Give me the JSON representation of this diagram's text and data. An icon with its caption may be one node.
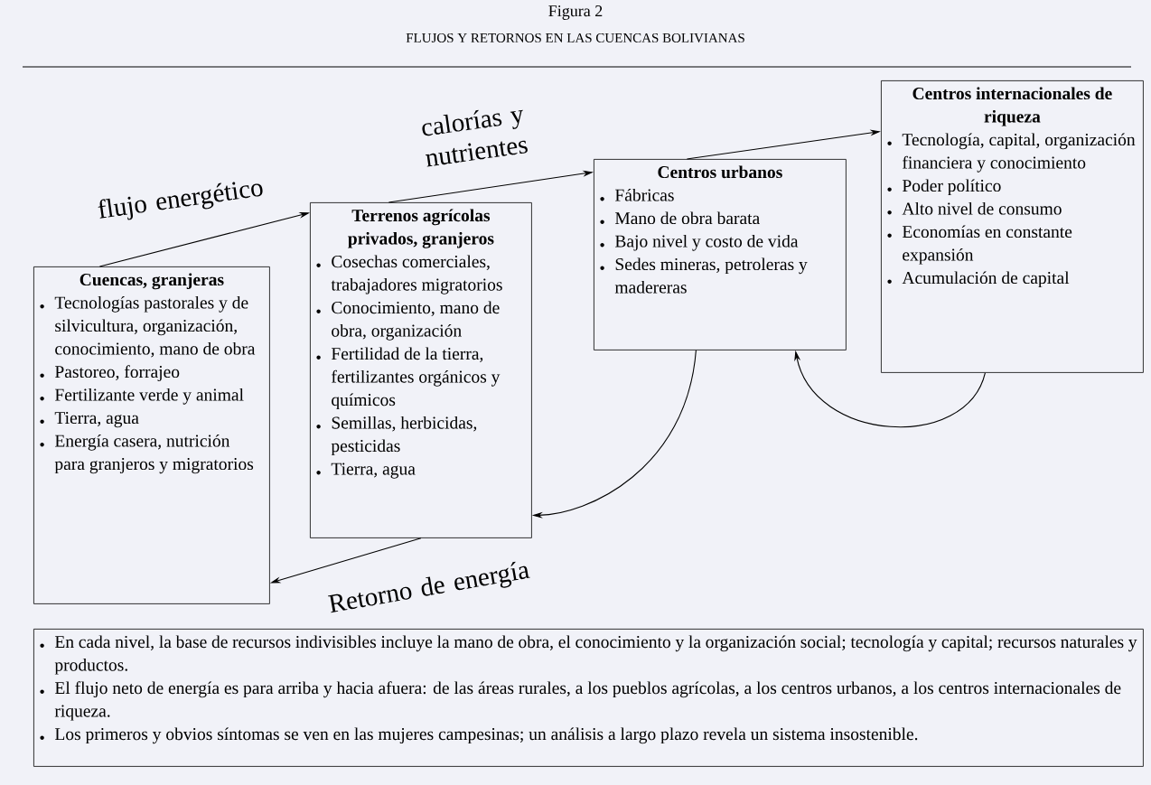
{
  "diagram": {
    "title": "Figura 2",
    "nodes": [
      {
        "text": [
          "Cuencas, granjeras",
          "Tecnologías pastorales y de silvicultura, organización, conocimiento, mano de obra",
          "Pastoreo, forrajeo",
          "Fertilizante verde y animal",
          "Tierra, agua",
          "Energía casera, nutrición para granjeros y migratorios"
        ]
      },
      {
        "text": [
          "Terrenos agrícolas privados, granjeros",
          "Cosechas comerciales, trabajadores migratorios",
          "Conocimiento, mano de obra, organización",
          "Fertilidad de la tierra, fertilizantes orgánicos y químicos",
          "Semillas, herbicidas, pesticidas",
          "Tierra, agua"
        ]
      },
      {
        "text": [
          "Centros urbanos",
          "Fábricas",
          "Mano de obra barata",
          "Bajo nivel y costo de vida",
          "Sedes mineras, petroleras y madereras"
        ]
      },
      {
        "text": [
          "Centros internacionales de riqueza",
          "Tecnología, capital, organización financiera y conocimiento",
          "Poder político",
          "Alto nivel de consumo",
          "Economías en constante expansión",
          "Acumulación de capital"
        ]
      },
      {
        "text": [
          "En cada nivel, la base de recursos indivisibles incluye la mano de obra, el conocimiento y la organización social; tecnología y capital; recursos naturales y productos.",
          "El flujo neto de energía es para arriba y hacia afuera: de las áreas rurales, a los pueblos agrícolas, a los centros urbanos, a los centros internacionales de riqueza.",
          "Los primeros y obvios síntomas se ven en las mujeres campesinas; un análisis a largo plazo revela un sistema insostenible."
        ]
      }
    ],
    "edges": [
      {
        "from": 0,
        "to": 1,
        "arrow": "to",
        "label": "flujo energético"
      },
      {
        "from": 1,
        "to": 2,
        "arrow": "to",
        "label": "calorías y nutrientes"
      },
      {
        "from": 2,
        "to": 3,
        "arrow": "to"
      },
      {
        "from": 3,
        "to": 2,
        "arrow": "to"
      },
      {
        "from": 2,
        "to": 1,
        "arrow": "to"
      },
      {
        "from": 1,
        "to": 0,
        "arrow": "to",
        "label": "Retorno de energía"
      }
    ],
    "labels": [
      "FLUJOS Y RETORNOS EN LAS CUENCAS BOLIVIANAS"
    ]
  }
}
